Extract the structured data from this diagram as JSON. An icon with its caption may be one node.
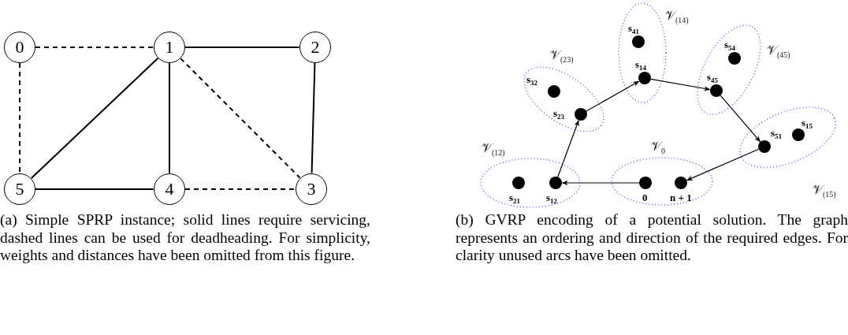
{
  "diagram": {
    "nodes": [
      {
        "text": [
          "0"
        ]
      },
      {
        "text": [
          "1"
        ]
      },
      {
        "text": [
          "2"
        ]
      },
      {
        "text": [
          "3"
        ]
      },
      {
        "text": [
          "4"
        ]
      },
      {
        "text": [
          "5"
        ]
      },
      {
        "text": [
          "𝒱$_{(23)}$"
        ]
      },
      {
        "text": [
          "s$_{32}$"
        ],
        "in": 6
      },
      {
        "text": [
          "s$_{23}$"
        ],
        "in": 6
      },
      {
        "text": [
          "𝒱$_{(14)}$"
        ]
      },
      {
        "text": [
          "s$_{41}$"
        ],
        "in": 9
      },
      {
        "text": [
          "s$_{14}$"
        ],
        "in": 9
      },
      {
        "text": [
          "𝒱$_{(45)}$"
        ]
      },
      {
        "text": [
          "s$_{54}$"
        ],
        "in": 12
      },
      {
        "text": [
          "s$_{45}$"
        ],
        "in": 12
      },
      {
        "text": [
          "𝒱$_{(15)}$"
        ]
      },
      {
        "text": [
          "s$_{51}$"
        ],
        "in": 15
      },
      {
        "text": [
          "s$_{15}$"
        ],
        "in": 15
      },
      {
        "text": [
          "𝒱$_{(12)}$"
        ]
      },
      {
        "text": [
          "s$_{21}$"
        ],
        "in": 18
      },
      {
        "text": [
          "s$_{12}$"
        ],
        "in": 18
      },
      {
        "text": [
          "𝒱$_{0}$"
        ]
      },
      {
        "text": [
          "0"
        ],
        "in": 21
      },
      {
        "text": [
          "n + 1"
        ],
        "in": 21
      }
    ],
    "edges": [
      {
        "from": 0,
        "to": 1,
        "arrow": "none",
        "style": "dashed"
      },
      {
        "from": 1,
        "to": 2,
        "arrow": "none"
      },
      {
        "from": 0,
        "to": 5,
        "arrow": "none",
        "style": "dashed"
      },
      {
        "from": 1,
        "to": 5,
        "arrow": "none"
      },
      {
        "from": 1,
        "to": 4,
        "arrow": "none"
      },
      {
        "from": 1,
        "to": 3,
        "arrow": "none",
        "style": "dashed"
      },
      {
        "from": 2,
        "to": 3,
        "arrow": "none"
      },
      {
        "from": 5,
        "to": 4,
        "arrow": "none"
      },
      {
        "from": 4,
        "to": 3,
        "arrow": "none",
        "style": "dashed"
      },
      {
        "from": 22,
        "to": 20,
        "arrow": "to"
      },
      {
        "from": 20,
        "to": 8,
        "arrow": "to"
      },
      {
        "from": 8,
        "to": 11,
        "arrow": "to"
      },
      {
        "from": 11,
        "to": 14,
        "arrow": "to"
      },
      {
        "from": 14,
        "to": 16,
        "arrow": "to"
      },
      {
        "from": 16,
        "to": 23,
        "arrow": "to"
      }
    ],
    "labels": [
      "(a) Simple SPRP instance; solid lines require servicing, dashed lines can be used for deadheading. For simplicity, weights and distances have been omitted from this figure.",
      "(b) GVRP encoding of a potential solution. The graph represents an ordering and direction of the required edges. For clarity unused arcs have been omitted."
    ]
  }
}
